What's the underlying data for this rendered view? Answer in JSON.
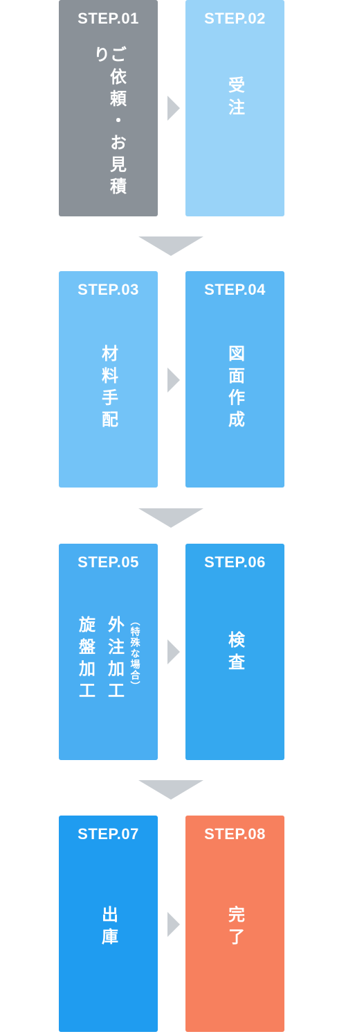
{
  "colors": {
    "step01": "#8a9198",
    "step02": "#99d3f8",
    "step03": "#73c3f7",
    "step04": "#5cb8f4",
    "step05": "#4aaef2",
    "step06": "#35a8ef",
    "step07": "#1f9cf0",
    "step08": "#f7805e",
    "arrow": "#c8cdd2"
  },
  "steps": [
    {
      "label": "STEP.01",
      "text": "ご依頼・お見積り"
    },
    {
      "label": "STEP.02",
      "text": "受注"
    },
    {
      "label": "STEP.03",
      "text": "材料手配"
    },
    {
      "label": "STEP.04",
      "text": "図面作成"
    },
    {
      "label": "STEP.05",
      "text": "旋盤加工",
      "text2": "外注加工",
      "note": "（特殊な場合）"
    },
    {
      "label": "STEP.06",
      "text": "検査"
    },
    {
      "label": "STEP.07",
      "text": "出庫"
    },
    {
      "label": "STEP.08",
      "text": "完了"
    }
  ]
}
